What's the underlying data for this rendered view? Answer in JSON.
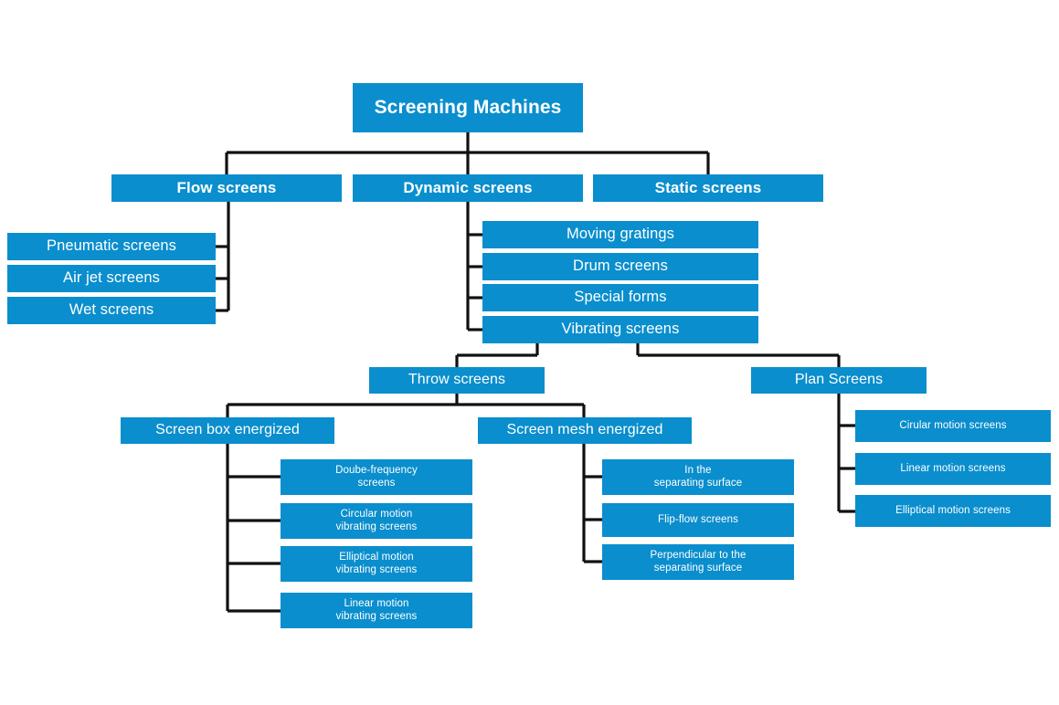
{
  "diagram": {
    "title": "Screening Machines",
    "type": "hierarchical-tree",
    "colors": {
      "node_fill": "#0a8ecd",
      "node_text": "#ffffff",
      "connector": "#111111",
      "background": "#ffffff"
    },
    "nodes": {
      "root": {
        "label": "Screening Machines"
      },
      "level1": [
        {
          "label": "Flow screens"
        },
        {
          "label": "Dynamic screens"
        },
        {
          "label": "Static screens"
        }
      ],
      "flow_children": [
        {
          "label": "Pneumatic screens"
        },
        {
          "label": "Air jet screens"
        },
        {
          "label": "Wet screens"
        }
      ],
      "dynamic_children": [
        {
          "label": "Moving gratings"
        },
        {
          "label": "Drum screens"
        },
        {
          "label": "Special forms"
        },
        {
          "label": "Vibrating screens"
        }
      ],
      "vibrating_children": [
        {
          "label": "Throw screens"
        },
        {
          "label": "Plan Screens"
        }
      ],
      "throw_children": [
        {
          "label": "Screen box energized"
        },
        {
          "label": "Screen mesh energized"
        }
      ],
      "screen_box_children": [
        {
          "label": "Doube-frequency\nscreens"
        },
        {
          "label": "Circular motion\nvibrating screens"
        },
        {
          "label": "Elliptical motion\nvibrating screens"
        },
        {
          "label": "Linear motion\nvibrating screens"
        }
      ],
      "screen_mesh_children": [
        {
          "label": "In the\nseparating surface"
        },
        {
          "label": "Flip-flow screens"
        },
        {
          "label": "Perpendicular to the\nseparating surface"
        }
      ],
      "plan_children": [
        {
          "label": "Cirular motion screens"
        },
        {
          "label": "Linear motion screens"
        },
        {
          "label": "Elliptical motion screens"
        }
      ]
    }
  }
}
